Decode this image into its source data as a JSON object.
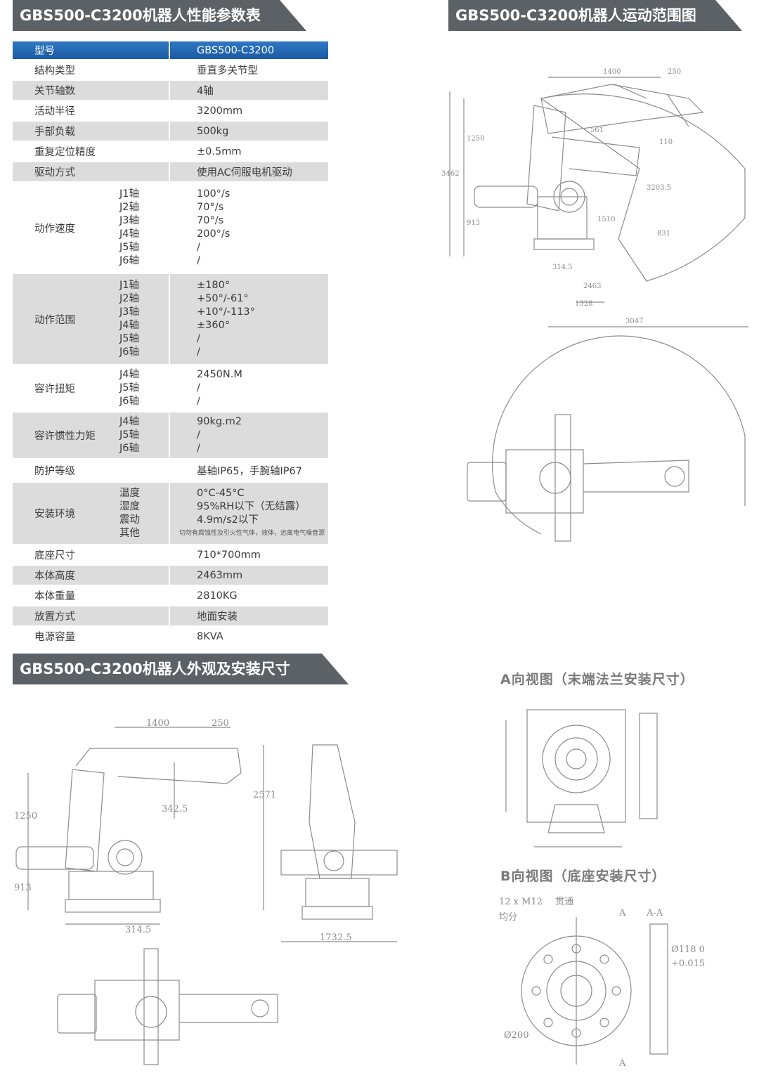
{
  "banners": {
    "spec": "GBS500-C3200机器人性能参数表",
    "range": "GBS500-C3200机器人运动范围图",
    "appearance": "GBS500-C3200机器人外观及安装尺寸"
  },
  "spec": {
    "header": {
      "label": "型号",
      "value": "GBS500-C3200"
    },
    "rows": [
      {
        "label": "结构类型",
        "value": "垂直多关节型"
      },
      {
        "label": "关节轴数",
        "value": "4轴"
      },
      {
        "label": "活动半径",
        "value": "3200mm"
      },
      {
        "label": "手部负载",
        "value": "500kg"
      },
      {
        "label": "重复定位精度",
        "value": "±0.5mm"
      },
      {
        "label": "驱动方式",
        "value": "使用AC伺服电机驱动"
      }
    ],
    "speed": {
      "label": "动作速度",
      "axes": [
        "J1轴",
        "J2轴",
        "J3轴",
        "J4轴",
        "J5轴",
        "J6轴"
      ],
      "values": [
        "100°/s",
        "70°/s",
        "70°/s",
        "200°/s",
        "/",
        "/"
      ]
    },
    "range": {
      "label": "动作范围",
      "axes": [
        "J1轴",
        "J2轴",
        "J3轴",
        "J4轴",
        "J5轴",
        "J6轴"
      ],
      "values": [
        "±180°",
        "+50°/-61°",
        "+10°/-113°",
        "±360°",
        "/",
        "/"
      ]
    },
    "torque": {
      "label": "容许扭矩",
      "axes": [
        "J4轴",
        "J5轴",
        "J6轴"
      ],
      "values": [
        "2450N.M",
        "/",
        "/"
      ]
    },
    "inertia": {
      "label": "容许惯性力矩",
      "axes": [
        "J4轴",
        "J5轴",
        "J6轴"
      ],
      "values": [
        "90kg.m2",
        "/",
        "/"
      ]
    },
    "protection": {
      "label": "防护等级",
      "value": "基轴IP65，手腕轴IP67"
    },
    "environment": {
      "label": "安装环境",
      "items": [
        "温度",
        "湿度",
        "震动",
        "其他"
      ],
      "values": [
        "0°C-45°C",
        "95%RH以下（无结露）",
        "4.9m/s2以下",
        "切勿有腐蚀性及引火性气体，液体，远离电气噪音源"
      ]
    },
    "tail": [
      {
        "label": "底座尺寸",
        "value": "710*700mm"
      },
      {
        "label": "本体高度",
        "value": "2463mm"
      },
      {
        "label": "本体重量",
        "value": "2810KG"
      },
      {
        "label": "放置方式",
        "value": "地面安装"
      },
      {
        "label": "电源容量",
        "value": "8KVA"
      }
    ]
  },
  "range_drawing": {
    "dims": [
      "1400",
      "250",
      "1250",
      "3462",
      "913",
      "561",
      "1510",
      "831",
      "314.5",
      "2463",
      "1328",
      "3047",
      "3203.5",
      "110"
    ]
  },
  "appearance_drawing": {
    "dims": [
      "1400",
      "250",
      "1250",
      "342.5",
      "913",
      "314.5",
      "2571",
      "1732.5"
    ]
  },
  "flange": {
    "title_a": "A向视图（末端法兰安装尺寸）",
    "title_b": "B向视图（底座安装尺寸）",
    "b_labels": [
      "12 x M12",
      "贯通",
      "均分",
      "A",
      "A-A",
      "A",
      "Ø200",
      "Ø118 0",
      "+0.015"
    ]
  },
  "colors": {
    "banner": "#5c6166",
    "header": "#1b5aa3",
    "stripe": "#dcdcdc",
    "drawing": "#8c8c8c"
  }
}
